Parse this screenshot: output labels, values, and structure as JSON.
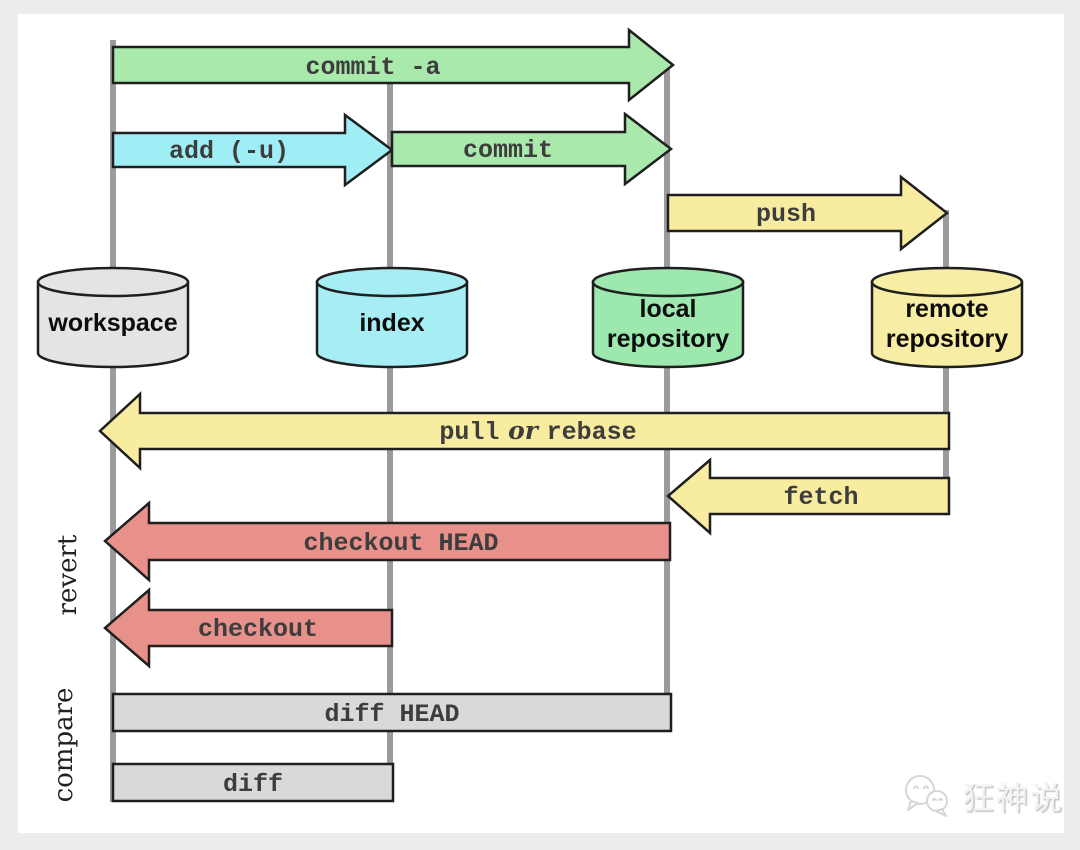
{
  "page": {
    "background_color": "#ececec",
    "panel_color": "#ffffff",
    "line_color": "#9b9b9b"
  },
  "nodes": {
    "workspace": {
      "label": "workspace",
      "color": "#e4e4e4"
    },
    "index": {
      "label": "index",
      "color": "#a6edf4"
    },
    "local": {
      "line1": "local",
      "line2": "repository",
      "color": "#9de8ae"
    },
    "remote": {
      "line1": "remote",
      "line2": "repository",
      "color": "#f8eda4"
    }
  },
  "arrows": {
    "commit_a": {
      "label": "commit -a",
      "color": "#a9e9ab"
    },
    "add_u": {
      "label": "add (-u)",
      "color": "#9feef6"
    },
    "commit": {
      "label": "commit",
      "color": "#a9e9ab"
    },
    "push": {
      "label": "push",
      "color": "#f8eca0"
    },
    "pull_rebase": {
      "label_pre": "pull",
      "label_or": " or ",
      "label_post": "rebase",
      "color": "#f8eca0"
    },
    "fetch": {
      "label": "fetch",
      "color": "#f8eca0"
    },
    "checkout_head": {
      "label": "checkout HEAD",
      "color": "#e8908a"
    },
    "checkout": {
      "label": "checkout",
      "color": "#e8908a"
    }
  },
  "bars": {
    "diff_head": {
      "label": "diff HEAD",
      "color": "#d9d9d9"
    },
    "diff": {
      "label": "diff",
      "color": "#d9d9d9"
    }
  },
  "side_labels": {
    "revert": "revert",
    "compare": "compare"
  },
  "watermark": {
    "label": "狂神说",
    "icon": "chat-bubbles-icon"
  }
}
